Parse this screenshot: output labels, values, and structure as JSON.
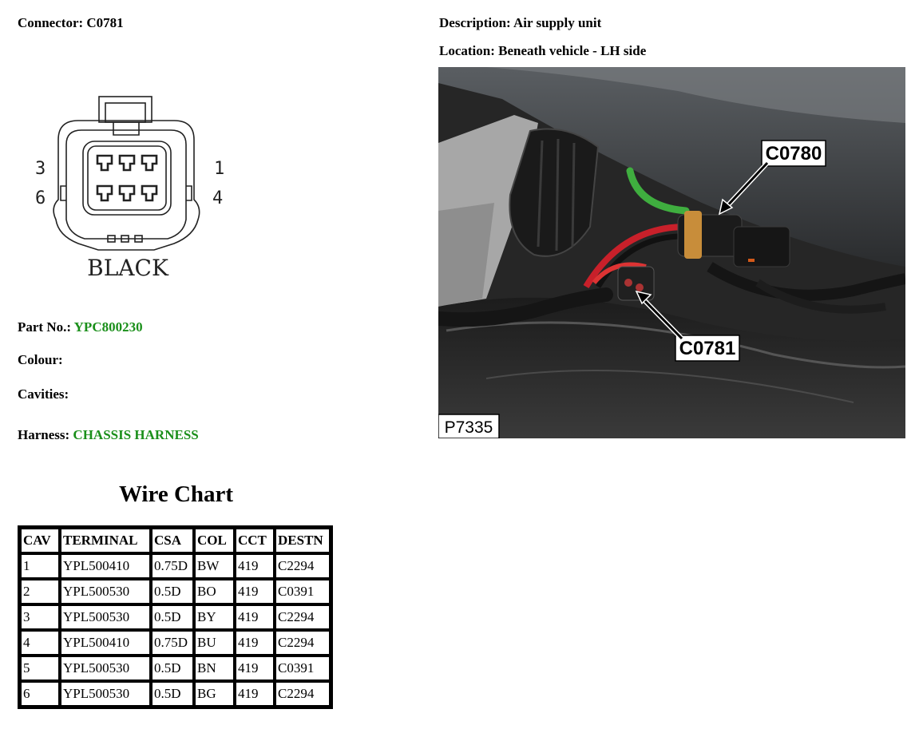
{
  "header": {
    "connector_label": "Connector:",
    "connector_value": "C0781",
    "description_label": "Description:",
    "description_value": "Air supply unit",
    "location_label": "Location:",
    "location_value": "Beneath vehicle - LH side"
  },
  "pinout": {
    "left_top": "3",
    "left_bottom": "6",
    "right_top": "1",
    "right_bottom": "4",
    "color_label": "BLACK"
  },
  "photo": {
    "callout_1": "C0780",
    "callout_2": "C0781",
    "ref": "P7335"
  },
  "details": {
    "part_label": "Part No.:",
    "part_value": "YPC800230",
    "colour_label": "Colour:",
    "cavities_label": "Cavities:",
    "harness_label": "Harness:",
    "harness_value": "CHASSIS HARNESS"
  },
  "wire_chart": {
    "title": "Wire Chart",
    "headers": [
      "CAV",
      "TERMINAL",
      "CSA",
      "COL",
      "CCT",
      "DESTN"
    ],
    "rows": [
      [
        "1",
        "YPL500410",
        "0.75D",
        "BW",
        "419",
        "C2294"
      ],
      [
        "2",
        "YPL500530",
        "0.5D",
        "BO",
        "419",
        "C0391"
      ],
      [
        "3",
        "YPL500530",
        "0.5D",
        "BY",
        "419",
        "C2294"
      ],
      [
        "4",
        "YPL500410",
        "0.75D",
        "BU",
        "419",
        "C2294"
      ],
      [
        "5",
        "YPL500530",
        "0.5D",
        "BN",
        "419",
        "C0391"
      ],
      [
        "6",
        "YPL500530",
        "0.5D",
        "BG",
        "419",
        "C2294"
      ]
    ]
  },
  "colors": {
    "green_text": "#1a8f1a"
  }
}
